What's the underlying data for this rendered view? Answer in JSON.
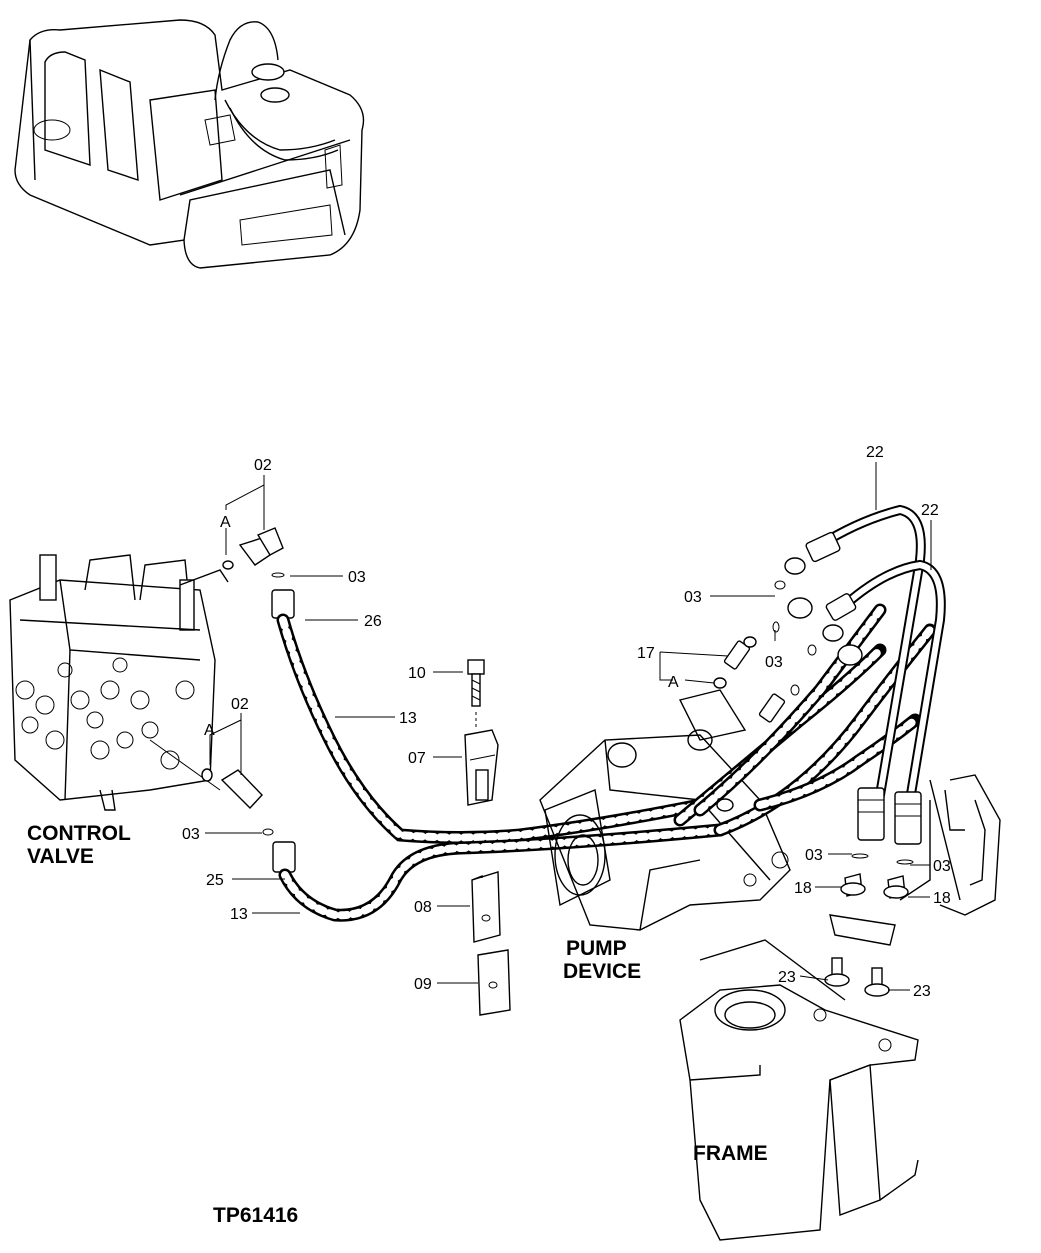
{
  "drawing": {
    "id": "TP61416",
    "labels": {
      "control_valve": [
        "CONTROL",
        "VALVE"
      ],
      "pump_device": [
        "PUMP",
        "DEVICE"
      ],
      "frame": "FRAME"
    },
    "view_marker": "A",
    "callouts": {
      "c02_top": "02",
      "c03_top": "03",
      "c26": "26",
      "c13_mid": "13",
      "c10": "10",
      "c07": "07",
      "c02_mid": "02",
      "c03_left": "03",
      "c25": "25",
      "c13_low": "13",
      "c08": "08",
      "c09": "09",
      "c22_a": "22",
      "c22_b": "22",
      "c03_r1": "03",
      "c03_r2": "03",
      "c17": "17",
      "c03_r3": "03",
      "c03_r4": "03",
      "c18_a": "18",
      "c18_b": "18",
      "c23_a": "23",
      "c23_b": "23"
    }
  }
}
